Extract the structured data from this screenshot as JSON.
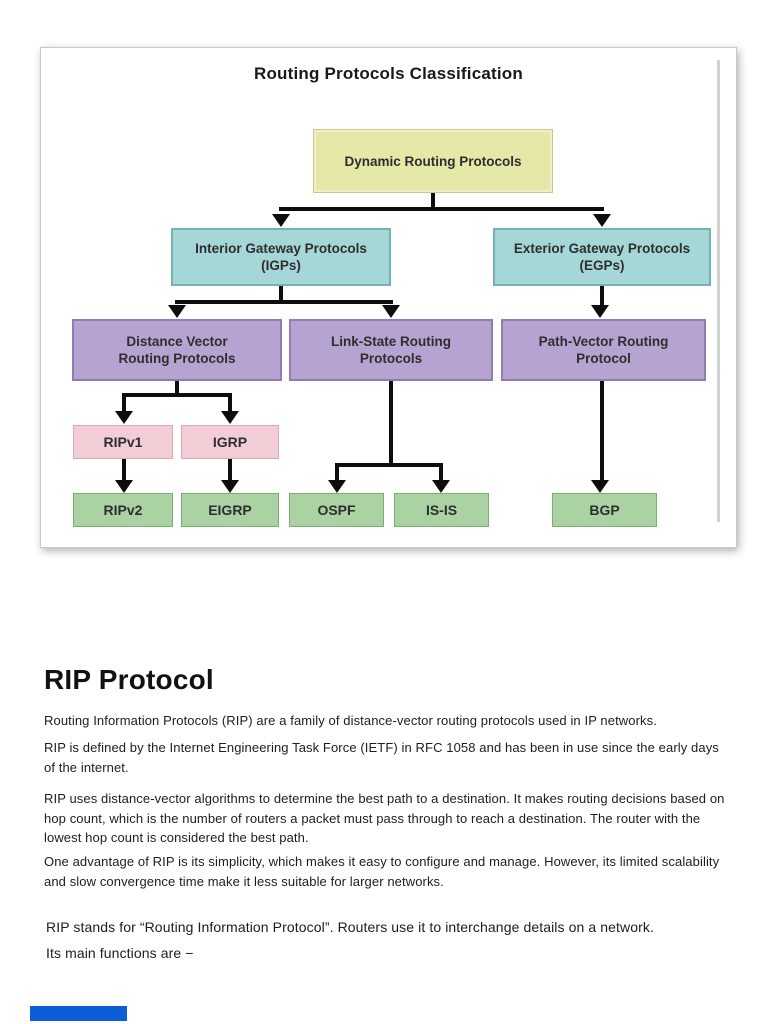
{
  "document": {
    "figure": {
      "title": "Routing Protocols Classification",
      "nodes": {
        "dynamic": "Dynamic Routing Protocols",
        "igp": "Interior Gateway Protocols\n(IGPs)",
        "egp": "Exterior Gateway Protocols\n(EGPs)",
        "distance_vector": "Distance Vector\nRouting Protocols",
        "link_state": "Link-State Routing\nProtocols",
        "path_vector": "Path-Vector Routing\nProtocol",
        "ripv1": "RIPv1",
        "igrp": "IGRP",
        "ripv2": "RIPv2",
        "eigrp": "EIGRP",
        "ospf": "OSPF",
        "isis": "IS-IS",
        "bgp": "BGP"
      },
      "colors": {
        "root_box": "#e6e8a7",
        "gateway_box": "#a6d7d8",
        "category_box": "#b6a3d1",
        "legacy_box": "#f3cdd5",
        "protocol_box": "#aad2a3",
        "connector": "#0d0d0d"
      }
    },
    "article": {
      "heading": "RIP Protocol",
      "paragraphs": [
        "Routing Information Protocols (RIP) are a family of distance-vector routing protocols used in IP networks.",
        "RIP is defined by the Internet Engineering Task Force (IETF) in RFC 1058 and has been in use since the early days of the internet.",
        "RIP uses distance-vector algorithms to determine the best path to a destination. It makes routing decisions based on hop count, which is the number of routers a packet must pass through to reach a destination. The router with the lowest hop count is considered the best path.",
        "One advantage of RIP is its simplicity, which makes it easy to configure and manage. However, its limited scalability and slow convergence time make it less suitable for larger networks.",
        "RIP stands for “Routing Information Protocol”. Routers use it to interchange details on a network.",
        "Its main functions are −"
      ]
    },
    "bottom_accent_color": "#0b5ed7"
  }
}
